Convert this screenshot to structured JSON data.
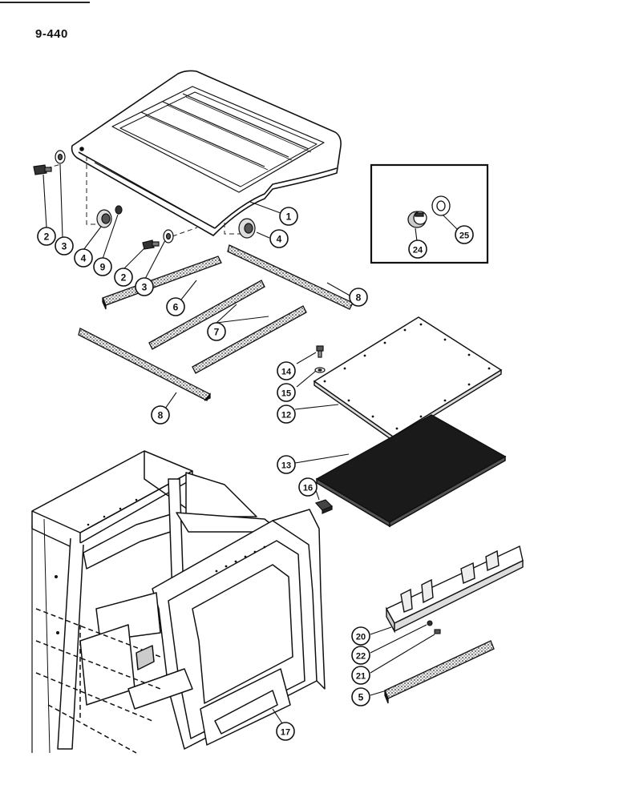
{
  "page": {
    "number": "9-440"
  },
  "colors": {
    "ink": "#111111",
    "paper": "#ffffff",
    "fill_gray": "#cfcfcf",
    "mat": "#1a1a1a"
  },
  "callouts": [
    {
      "id": "c1",
      "label": "1"
    },
    {
      "id": "c2a",
      "label": "2"
    },
    {
      "id": "c3a",
      "label": "3"
    },
    {
      "id": "c4a",
      "label": "4"
    },
    {
      "id": "c9",
      "label": "9"
    },
    {
      "id": "c2b",
      "label": "2"
    },
    {
      "id": "c3b",
      "label": "3"
    },
    {
      "id": "c4b",
      "label": "4"
    },
    {
      "id": "c6",
      "label": "6"
    },
    {
      "id": "c7",
      "label": "7"
    },
    {
      "id": "c8a",
      "label": "8"
    },
    {
      "id": "c8b",
      "label": "8"
    },
    {
      "id": "c14",
      "label": "14"
    },
    {
      "id": "c15",
      "label": "15"
    },
    {
      "id": "c12",
      "label": "12"
    },
    {
      "id": "c13",
      "label": "13"
    },
    {
      "id": "c16",
      "label": "16"
    },
    {
      "id": "c24",
      "label": "24"
    },
    {
      "id": "c25",
      "label": "25"
    },
    {
      "id": "c20",
      "label": "20"
    },
    {
      "id": "c22",
      "label": "22"
    },
    {
      "id": "c21",
      "label": "21"
    },
    {
      "id": "c5",
      "label": "5"
    },
    {
      "id": "c17",
      "label": "17"
    }
  ]
}
